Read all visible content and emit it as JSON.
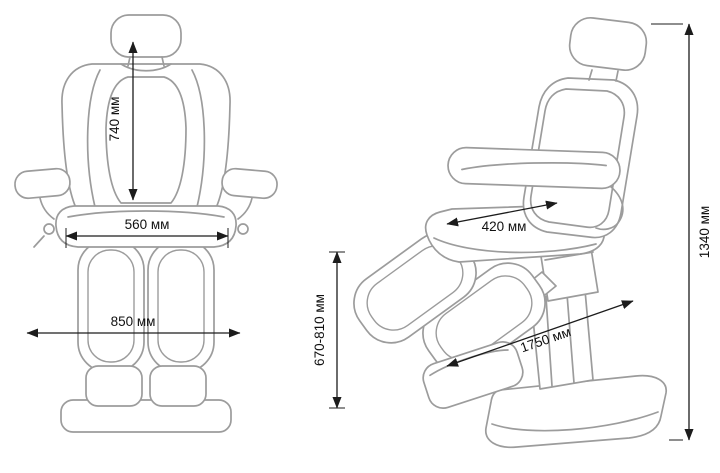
{
  "diagram": {
    "dimensions": {
      "backrest_height": "740 мм",
      "seat_width": "560 мм",
      "base_width": "850 мм",
      "seat_height_range": "670-810 мм",
      "seat_depth": "420 мм",
      "overall_length": "1750 мм",
      "overall_height": "1340 мм"
    },
    "colors": {
      "background": "#ffffff",
      "drawing_line": "#9c9c9c",
      "dimension_line": "#1c1c1c",
      "label_text": "#111111"
    }
  }
}
